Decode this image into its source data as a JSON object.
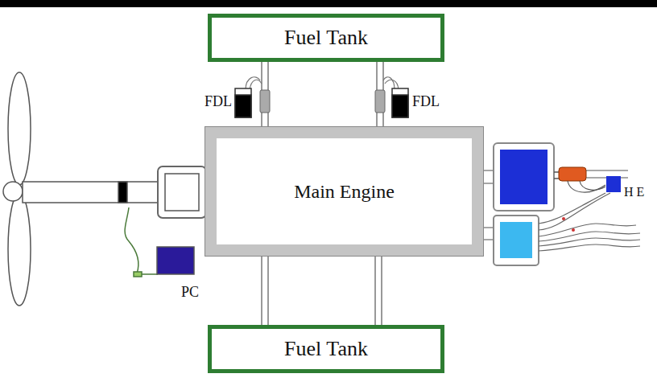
{
  "diagram": {
    "nodes": [
      {
        "text": [
          "Fuel Tank"
        ]
      },
      {
        "text": [
          "Main Engine"
        ]
      },
      {
        "text": [
          "Fuel Tank"
        ]
      }
    ],
    "edges": [
      {
        "from": 0,
        "to": 1,
        "arrow": "none"
      },
      {
        "from": 0,
        "to": 1,
        "arrow": "none"
      },
      {
        "from": 1,
        "to": 2,
        "arrow": "none"
      },
      {
        "from": 1,
        "to": 2,
        "arrow": "none"
      }
    ],
    "labels": [
      "FDL",
      "FDL",
      "PC",
      "H E"
    ]
  }
}
